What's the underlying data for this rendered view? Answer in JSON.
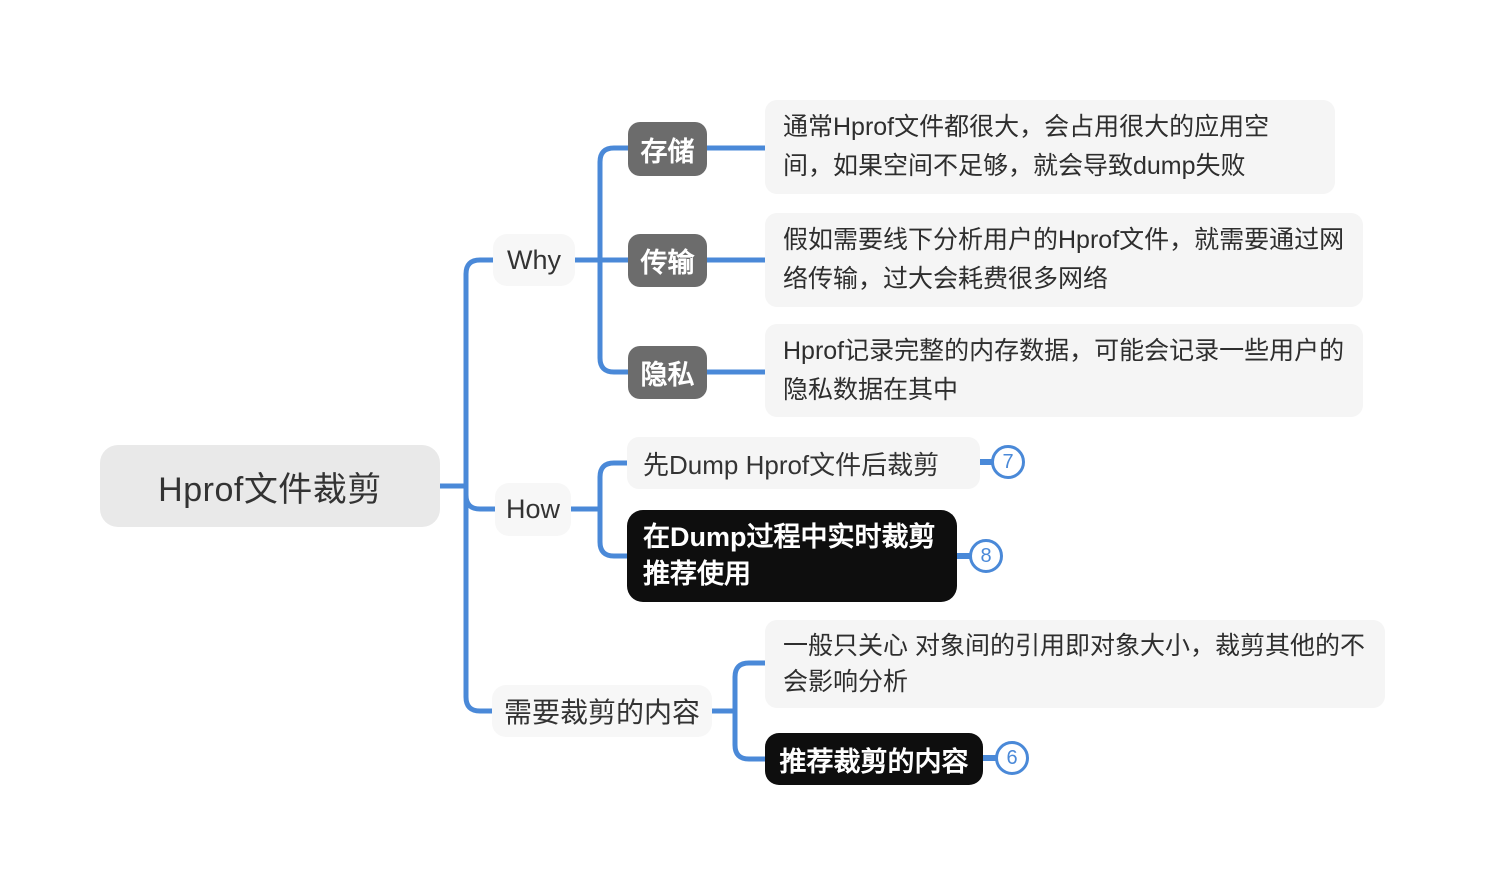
{
  "colors": {
    "connector_blue": "#4a89d8",
    "root_bg": "#e9e9e9",
    "topic_bg": "#f7f7f7",
    "note_bg": "#f5f5f5",
    "tag_bg": "#6c6c6c",
    "highlight_bg": "#0e0e0e",
    "text_dark": "#333333",
    "text_light": "#ffffff"
  },
  "root": {
    "label": "Hprof文件裁剪"
  },
  "branches": [
    {
      "label": "Why",
      "children": [
        {
          "tag": "存储",
          "note": "通常Hprof文件都很大，会占用很大的应用空间，如果空间不足够，就会导致dump失败"
        },
        {
          "tag": "传输",
          "note": "假如需要线下分析用户的Hprof文件，就需要通过网络传输，过大会耗费很多网络"
        },
        {
          "tag": "隐私",
          "note": "Hprof记录完整的内存数据，可能会记录一些用户的隐私数据在其中"
        }
      ]
    },
    {
      "label": "How",
      "children": [
        {
          "text": "先Dump Hprof文件后裁剪",
          "badge": "7",
          "highlighted": false
        },
        {
          "text": "在Dump过程中实时裁剪\n推荐使用",
          "badge": "8",
          "highlighted": true
        }
      ]
    },
    {
      "label": "需要裁剪的内容",
      "children": [
        {
          "text": "一般只关心 对象间的引用即对象大小，裁剪其他的不会影响分析",
          "highlighted": false
        },
        {
          "text": "推荐裁剪的内容",
          "badge": "6",
          "highlighted": true
        }
      ]
    }
  ]
}
